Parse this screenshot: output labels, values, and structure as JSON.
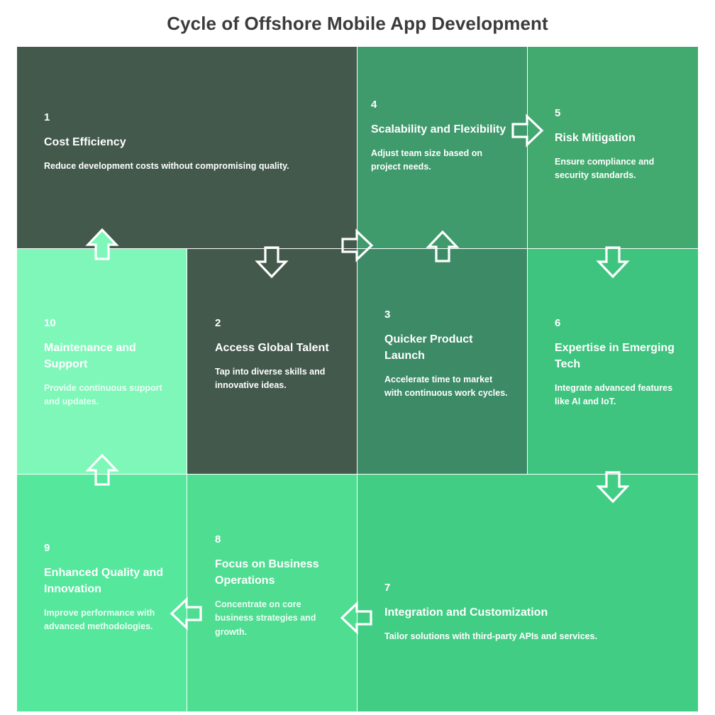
{
  "title": "Cycle of Offshore Mobile App Development",
  "colors": {
    "background": "#ffffff",
    "title_text": "#3b3b3b",
    "dark_slate": "#42594c",
    "mid_green": "#3d8a67",
    "green": "#42a96f",
    "emerald": "#3ec47f",
    "spring": "#4fdd92",
    "mint": "#55e79c",
    "pale_mint": "#7ef7b9",
    "arrow_stroke": "#ffffff",
    "card_text": "#ffffff"
  },
  "steps": [
    {
      "number": "1",
      "heading": "Cost Efficiency",
      "description": "Reduce development costs without compromising quality.",
      "color": "#42594c"
    },
    {
      "number": "4",
      "heading": "Scalability and Flexibility",
      "description": "Adjust team size based on project needs.",
      "color": "#3f9a6c"
    },
    {
      "number": "5",
      "heading": "Risk Mitigation",
      "description": "Ensure compliance and security standards.",
      "color": "#42a96f"
    },
    {
      "number": "10",
      "heading": "Maintenance and Support",
      "description": "Provide continuous support and updates.",
      "color": "#7ef7b9"
    },
    {
      "number": "2",
      "heading": "Access Global Talent",
      "description": "Tap into diverse skills and innovative ideas.",
      "color": "#42594c"
    },
    {
      "number": "3",
      "heading": "Quicker Product Launch",
      "description": "Accelerate time to market with continuous work cycles.",
      "color": "#3d8a67"
    },
    {
      "number": "6",
      "heading": "Expertise in Emerging Tech",
      "description": "Integrate advanced features like AI and IoT.",
      "color": "#3ec47f"
    },
    {
      "number": "9",
      "heading": "Enhanced Quality and Innovation",
      "description": "Improve performance with advanced methodologies.",
      "color": "#55e79c"
    },
    {
      "number": "8",
      "heading": "Focus on Business Operations",
      "description": "Concentrate on core business strategies and growth.",
      "color": "#4fdd92"
    },
    {
      "number": "7",
      "heading": "Integration and Customization",
      "description": "Tailor solutions with third-party APIs and services.",
      "color": "#42cd84"
    }
  ],
  "flow": {
    "connectors": [
      {
        "from": "1",
        "to": "2",
        "direction": "down",
        "icon": "arrow-down-icon"
      },
      {
        "from": "2",
        "to": "3",
        "direction": "right",
        "icon": "arrow-right-icon"
      },
      {
        "from": "3",
        "to": "4",
        "direction": "up",
        "icon": "arrow-up-icon"
      },
      {
        "from": "4",
        "to": "5",
        "direction": "right",
        "icon": "arrow-right-icon"
      },
      {
        "from": "5",
        "to": "6",
        "direction": "down",
        "icon": "arrow-down-icon"
      },
      {
        "from": "6",
        "to": "7",
        "direction": "down",
        "icon": "arrow-down-icon"
      },
      {
        "from": "7",
        "to": "8",
        "direction": "left",
        "icon": "arrow-left-icon"
      },
      {
        "from": "8",
        "to": "9",
        "direction": "left",
        "icon": "arrow-left-icon"
      },
      {
        "from": "9",
        "to": "10",
        "direction": "up",
        "icon": "arrow-up-icon"
      },
      {
        "from": "10",
        "to": "1",
        "direction": "up",
        "icon": "arrow-up-icon"
      }
    ]
  }
}
